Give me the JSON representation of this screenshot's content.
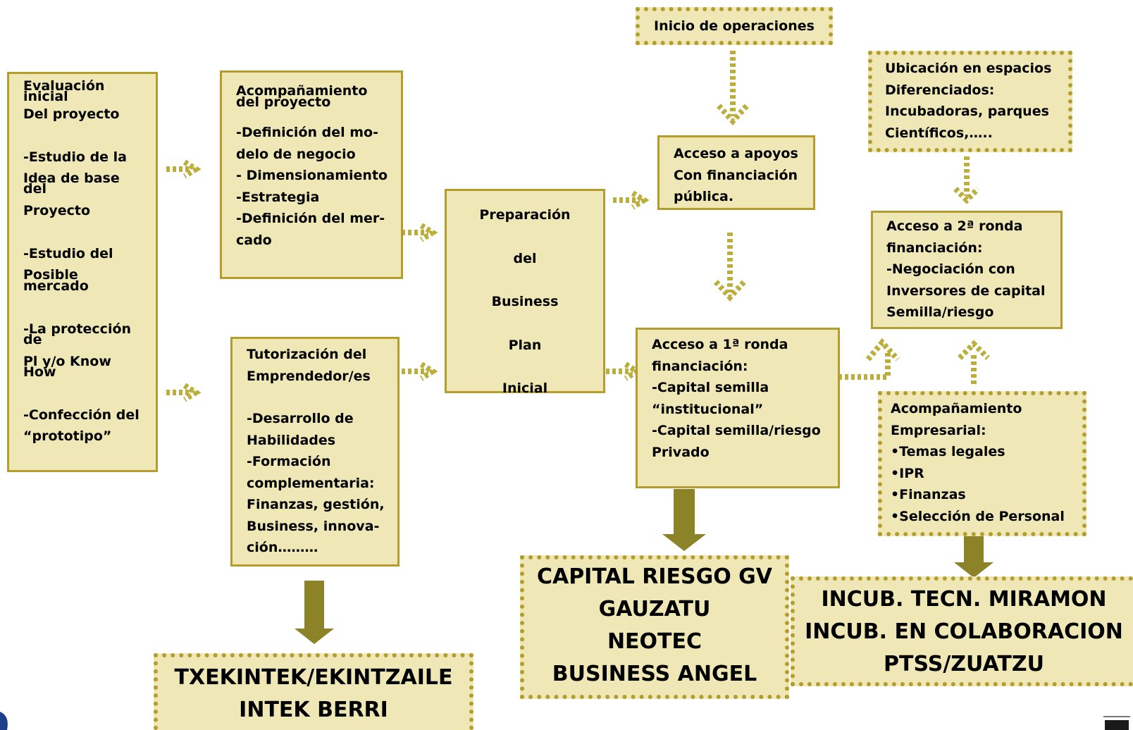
{
  "colors": {
    "box_fill": "#efe7b5",
    "box_border": "#b39d2e",
    "arrow_solid": "#8c8227",
    "arrow_dotted": "#bcae3a"
  },
  "boxes": {
    "evaluacion": {
      "lines": [
        "Evaluación",
        "inicial",
        "Del proyecto",
        "",
        "-Estudio de la",
        "Idea de base",
        "del",
        "Proyecto",
        "",
        "-Estudio del",
        "Posible",
        "mercado",
        "",
        "-La protección",
        "de",
        "Pl y/o Know",
        "How",
        "",
        "-Confección del",
        "“prototipo”"
      ]
    },
    "acompanamiento_proyecto": {
      "lines": [
        "Acompañamiento",
        "del  proyecto",
        "",
        "-Definición del mo-",
        "delo de negocio",
        "- Dimensionamiento",
        "-Estrategia",
        "-Definición del mer-",
        "cado"
      ]
    },
    "tutorizacion": {
      "lines": [
        "Tutorización del",
        "Emprendedor/es",
        "",
        "-Desarrollo de",
        "Habilidades",
        "-Formación",
        "complementaria:",
        "Finanzas, gestión,",
        "Business, innova-",
        "ción………"
      ]
    },
    "preparacion": {
      "lines": [
        "Preparación",
        "del",
        "Business",
        "Plan",
        "Inicial"
      ]
    },
    "inicio": {
      "lines": [
        "Inicio de operaciones"
      ]
    },
    "acceso_apoyos": {
      "lines": [
        "Acceso a apoyos",
        "Con financiación",
        "pública."
      ]
    },
    "primera_ronda": {
      "lines": [
        "Acceso a 1ª ronda",
        "financiación:",
        "-Capital semilla",
        "“institucional”",
        "-Capital semilla/riesgo",
        "Privado"
      ]
    },
    "ubicacion": {
      "lines": [
        "Ubicación en espacios",
        "Diferenciados:",
        "Incubadoras, parques",
        "Científicos,….."
      ]
    },
    "segunda_ronda": {
      "lines": [
        "Acceso a 2ª ronda",
        "financiación:",
        "-Negociación con",
        "Inversores de capital",
        "Semilla/riesgo"
      ]
    },
    "acompanamiento_empresarial": {
      "lines": [
        "Acompañamiento",
        "Empresarial:",
        "•Temas legales",
        "•IPR",
        "•Finanzas",
        "•Selección de Personal"
      ]
    },
    "txekintek": {
      "lines": [
        "TXEKINTEK/EKINTZAILE",
        "INTEK BERRI"
      ]
    },
    "capital_riesgo": {
      "lines": [
        "CAPITAL RIESGO GV",
        "GAUZATU",
        "NEOTEC",
        "BUSINESS ANGEL"
      ]
    },
    "incub": {
      "lines": [
        "INCUB. TECN. MIRAMON",
        "INCUB. EN COLABORACION",
        "PTSS/ZUATZU"
      ]
    }
  }
}
